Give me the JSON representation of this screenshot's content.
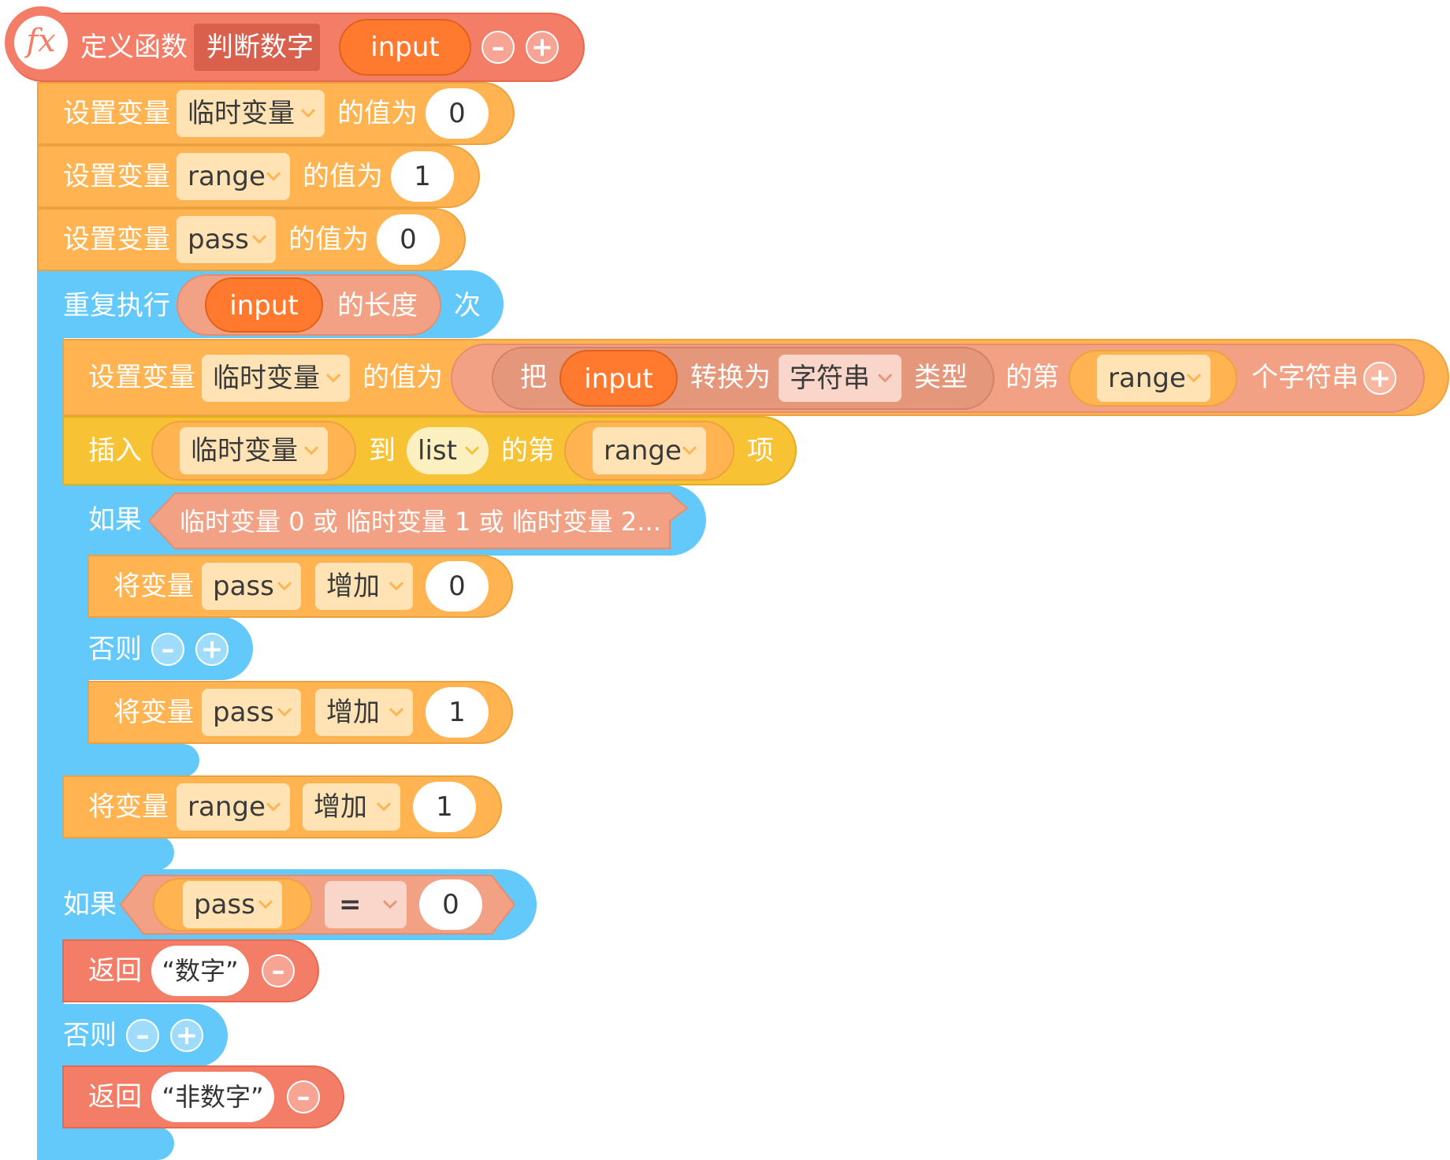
{
  "colors": {
    "function_block": "#f47d68",
    "variable_block": "#ffb451",
    "list_block": "#f7c234",
    "control_block": "#63c9fb",
    "operator_block": "#f3a184",
    "argument_pill": "#ff7a2e"
  },
  "function": {
    "icon": "fx-icon",
    "icon_text": "fx",
    "define_label": "定义函数",
    "name": "判断数字",
    "param": "input",
    "remove_icon": "minus-circle-icon",
    "add_icon": "plus-circle-icon"
  },
  "init": [
    {
      "label": "设置变量",
      "var": "临时变量",
      "of_value": "的值为",
      "value": "0"
    },
    {
      "label": "设置变量",
      "var": "range",
      "of_value": "的值为",
      "value": "1"
    },
    {
      "label": "设置变量",
      "var": "pass",
      "of_value": "的值为",
      "value": "0"
    }
  ],
  "repeat": {
    "label": "重复执行",
    "arg": "input",
    "length_of": "的长度",
    "times": "次",
    "set_char": {
      "label": "设置变量",
      "var": "临时变量",
      "of_value": "的值为",
      "convert_prefix": "把",
      "convert_arg": "input",
      "convert_to": "转换为",
      "convert_type": "字符串",
      "type_suffix": "类型",
      "index_prefix": "的第",
      "index_var": "range",
      "index_suffix": "个字符串"
    },
    "insert": {
      "label": "插入",
      "var": "临时变量",
      "to": "到",
      "list": "list",
      "index_prefix": "的第",
      "index_var": "range",
      "item_suffix": "项"
    },
    "if_block": {
      "if_label": "如果",
      "condition": "临时变量 0 或 临时变量 1 或 临时变量 2...",
      "then": {
        "label": "将变量",
        "var": "pass",
        "op": "增加",
        "value": "0"
      },
      "else_label": "否则",
      "else": {
        "label": "将变量",
        "var": "pass",
        "op": "增加",
        "value": "1"
      }
    },
    "increment": {
      "label": "将变量",
      "var": "range",
      "op": "增加",
      "value": "1"
    }
  },
  "final_if": {
    "if_label": "如果",
    "left_var": "pass",
    "operator": "=",
    "right_value": "0",
    "then": {
      "label": "返回",
      "value": "“数字”"
    },
    "else_label": "否则",
    "else": {
      "label": "返回",
      "value": "“非数字”"
    }
  }
}
